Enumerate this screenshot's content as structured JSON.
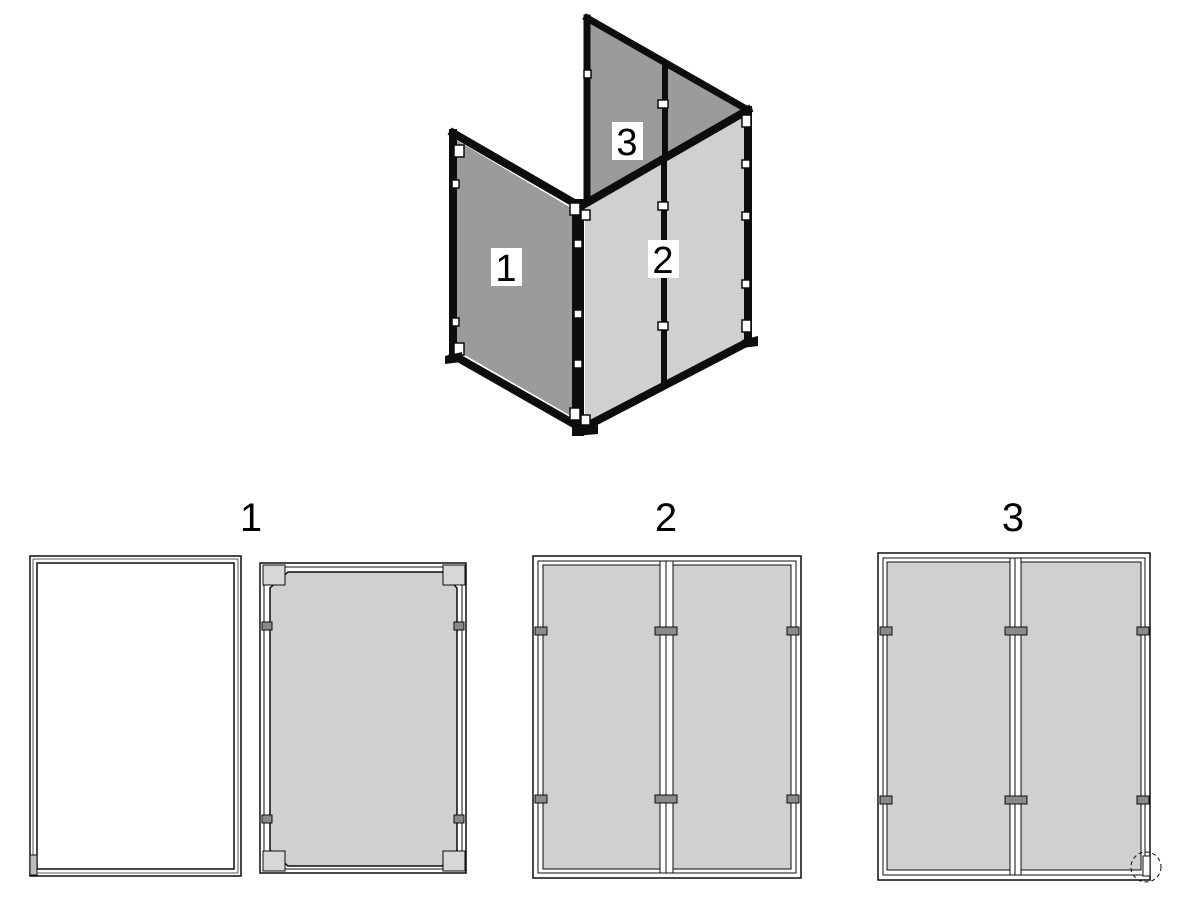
{
  "assembly": {
    "panel_labels": [
      "1",
      "2",
      "3"
    ]
  },
  "views": [
    {
      "title": "1"
    },
    {
      "title": "2"
    },
    {
      "title": "3"
    }
  ],
  "colors": {
    "frame": "#0d0d0d",
    "panel_dark": "#9b9b9b",
    "panel_light": "#d0d0d0",
    "profile_light": "#bdbdbd",
    "hardware": "#8a8a8a"
  }
}
